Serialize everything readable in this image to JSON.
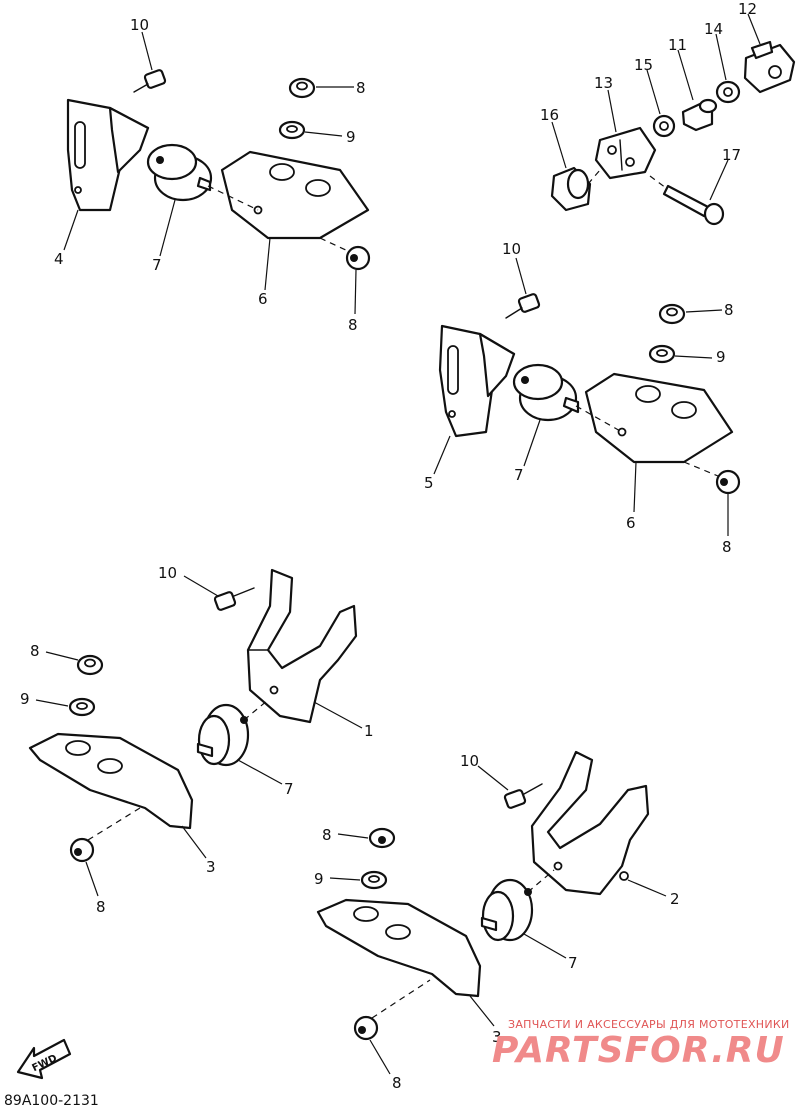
{
  "callouts": [
    {
      "label": "10"
    },
    {
      "label": "8"
    },
    {
      "label": "9"
    },
    {
      "label": "4"
    },
    {
      "label": "7"
    },
    {
      "label": "6"
    },
    {
      "label": "8"
    },
    {
      "label": "12"
    },
    {
      "label": "14"
    },
    {
      "label": "11"
    },
    {
      "label": "15"
    },
    {
      "label": "13"
    },
    {
      "label": "16"
    },
    {
      "label": "17"
    },
    {
      "label": "10"
    },
    {
      "label": "8"
    },
    {
      "label": "9"
    },
    {
      "label": "5"
    },
    {
      "label": "7"
    },
    {
      "label": "6"
    },
    {
      "label": "8"
    },
    {
      "label": "10"
    },
    {
      "label": "8"
    },
    {
      "label": "9"
    },
    {
      "label": "1"
    },
    {
      "label": "7"
    },
    {
      "label": "3"
    },
    {
      "label": "8"
    },
    {
      "label": "10"
    },
    {
      "label": "8"
    },
    {
      "label": "9"
    },
    {
      "label": "2"
    },
    {
      "label": "7"
    },
    {
      "label": "3"
    },
    {
      "label": "8"
    }
  ],
  "diagram_code": "89A100-2131",
  "fwd_label": "FWD",
  "watermark": {
    "tagline": "ЗАПЧАСТИ И АКСЕССУАРЫ ДЛЯ МОТОТЕХНИКИ",
    "brand": "PARTSFOR.RU"
  }
}
